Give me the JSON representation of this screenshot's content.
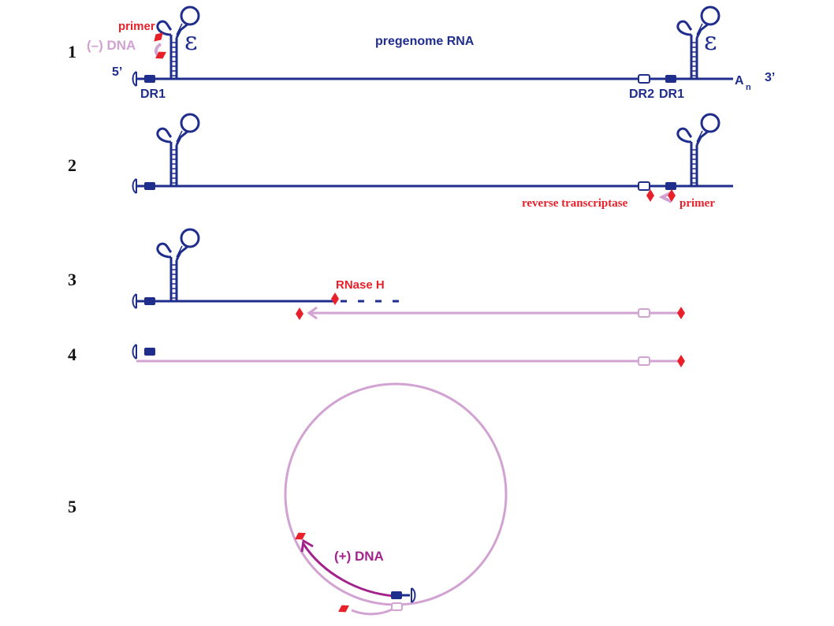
{
  "colors": {
    "rna": "#1f2d8c",
    "minus_dna": "#d2a3d2",
    "plus_dna": "#a3238c",
    "primer": "#e8202a",
    "label_red": "#e8202a",
    "background": "#ffffff"
  },
  "steps": [
    {
      "number": "1"
    },
    {
      "number": "2"
    },
    {
      "number": "3"
    },
    {
      "number": "4"
    },
    {
      "number": "5"
    }
  ],
  "labels": {
    "pregenome_rna": "pregenome RNA",
    "primer": "primer",
    "minus_dna": "(–) DNA",
    "five_prime": "5’",
    "three_prime": "3’",
    "dr1": "DR1",
    "dr2": "DR2",
    "poly_a": "A",
    "poly_a_sub": "n",
    "epsilon": "ε",
    "reverse_transcriptase": "reverse transcriptase",
    "rnase_h": "RNase H",
    "plus_dna": "(+) DNA"
  },
  "icons": [
    "hairpin-epsilon-icon",
    "cap-icon",
    "diamond-primer-icon",
    "arrowhead-icon"
  ]
}
